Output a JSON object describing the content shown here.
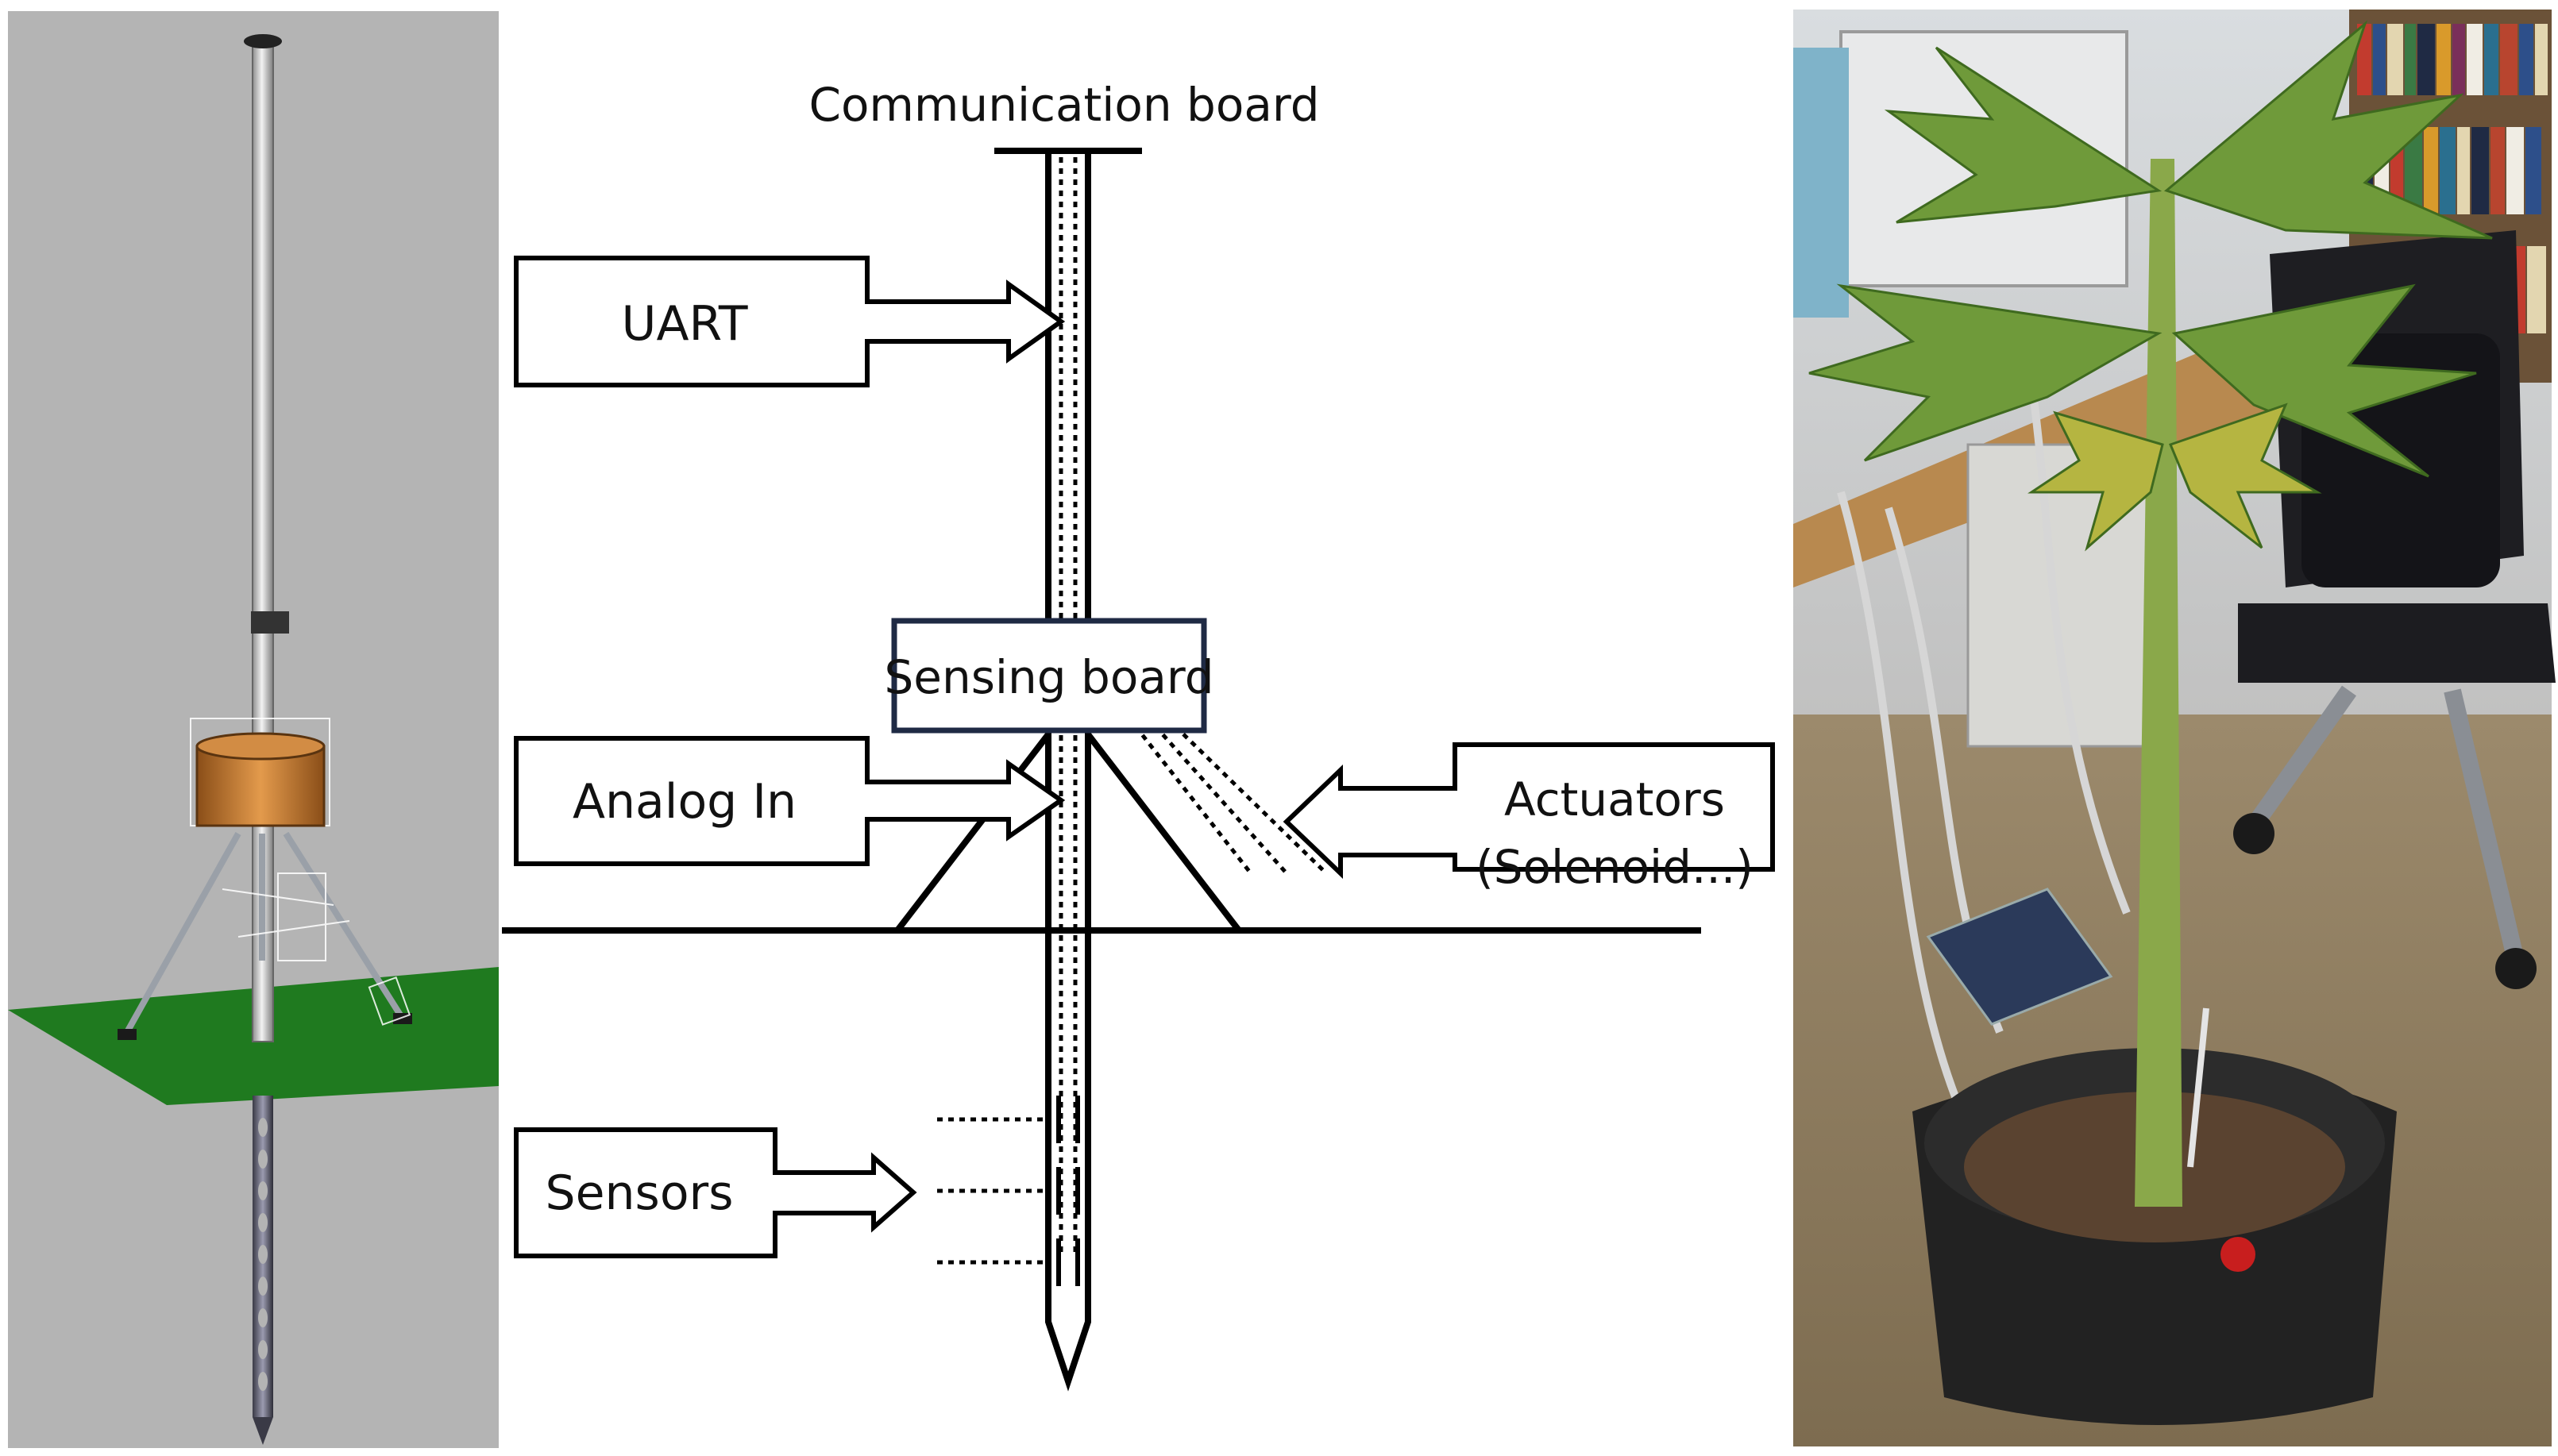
{
  "diagram": {
    "communication_board": "Communication board",
    "uart": "UART",
    "sensing_board": "Sensing board",
    "analog_in": "Analog In",
    "actuators_line1": "Actuators",
    "actuators_line2": "(Solenoid...)",
    "sensors": "Sensors"
  },
  "colors": {
    "cad_background": "#b4b4b4",
    "ground_plane": "#1f7a1f",
    "enclosure": "#c27a30",
    "sensing_board_border": "#1f2a44",
    "pot": "#222222",
    "plant": "#6f9a3a"
  }
}
